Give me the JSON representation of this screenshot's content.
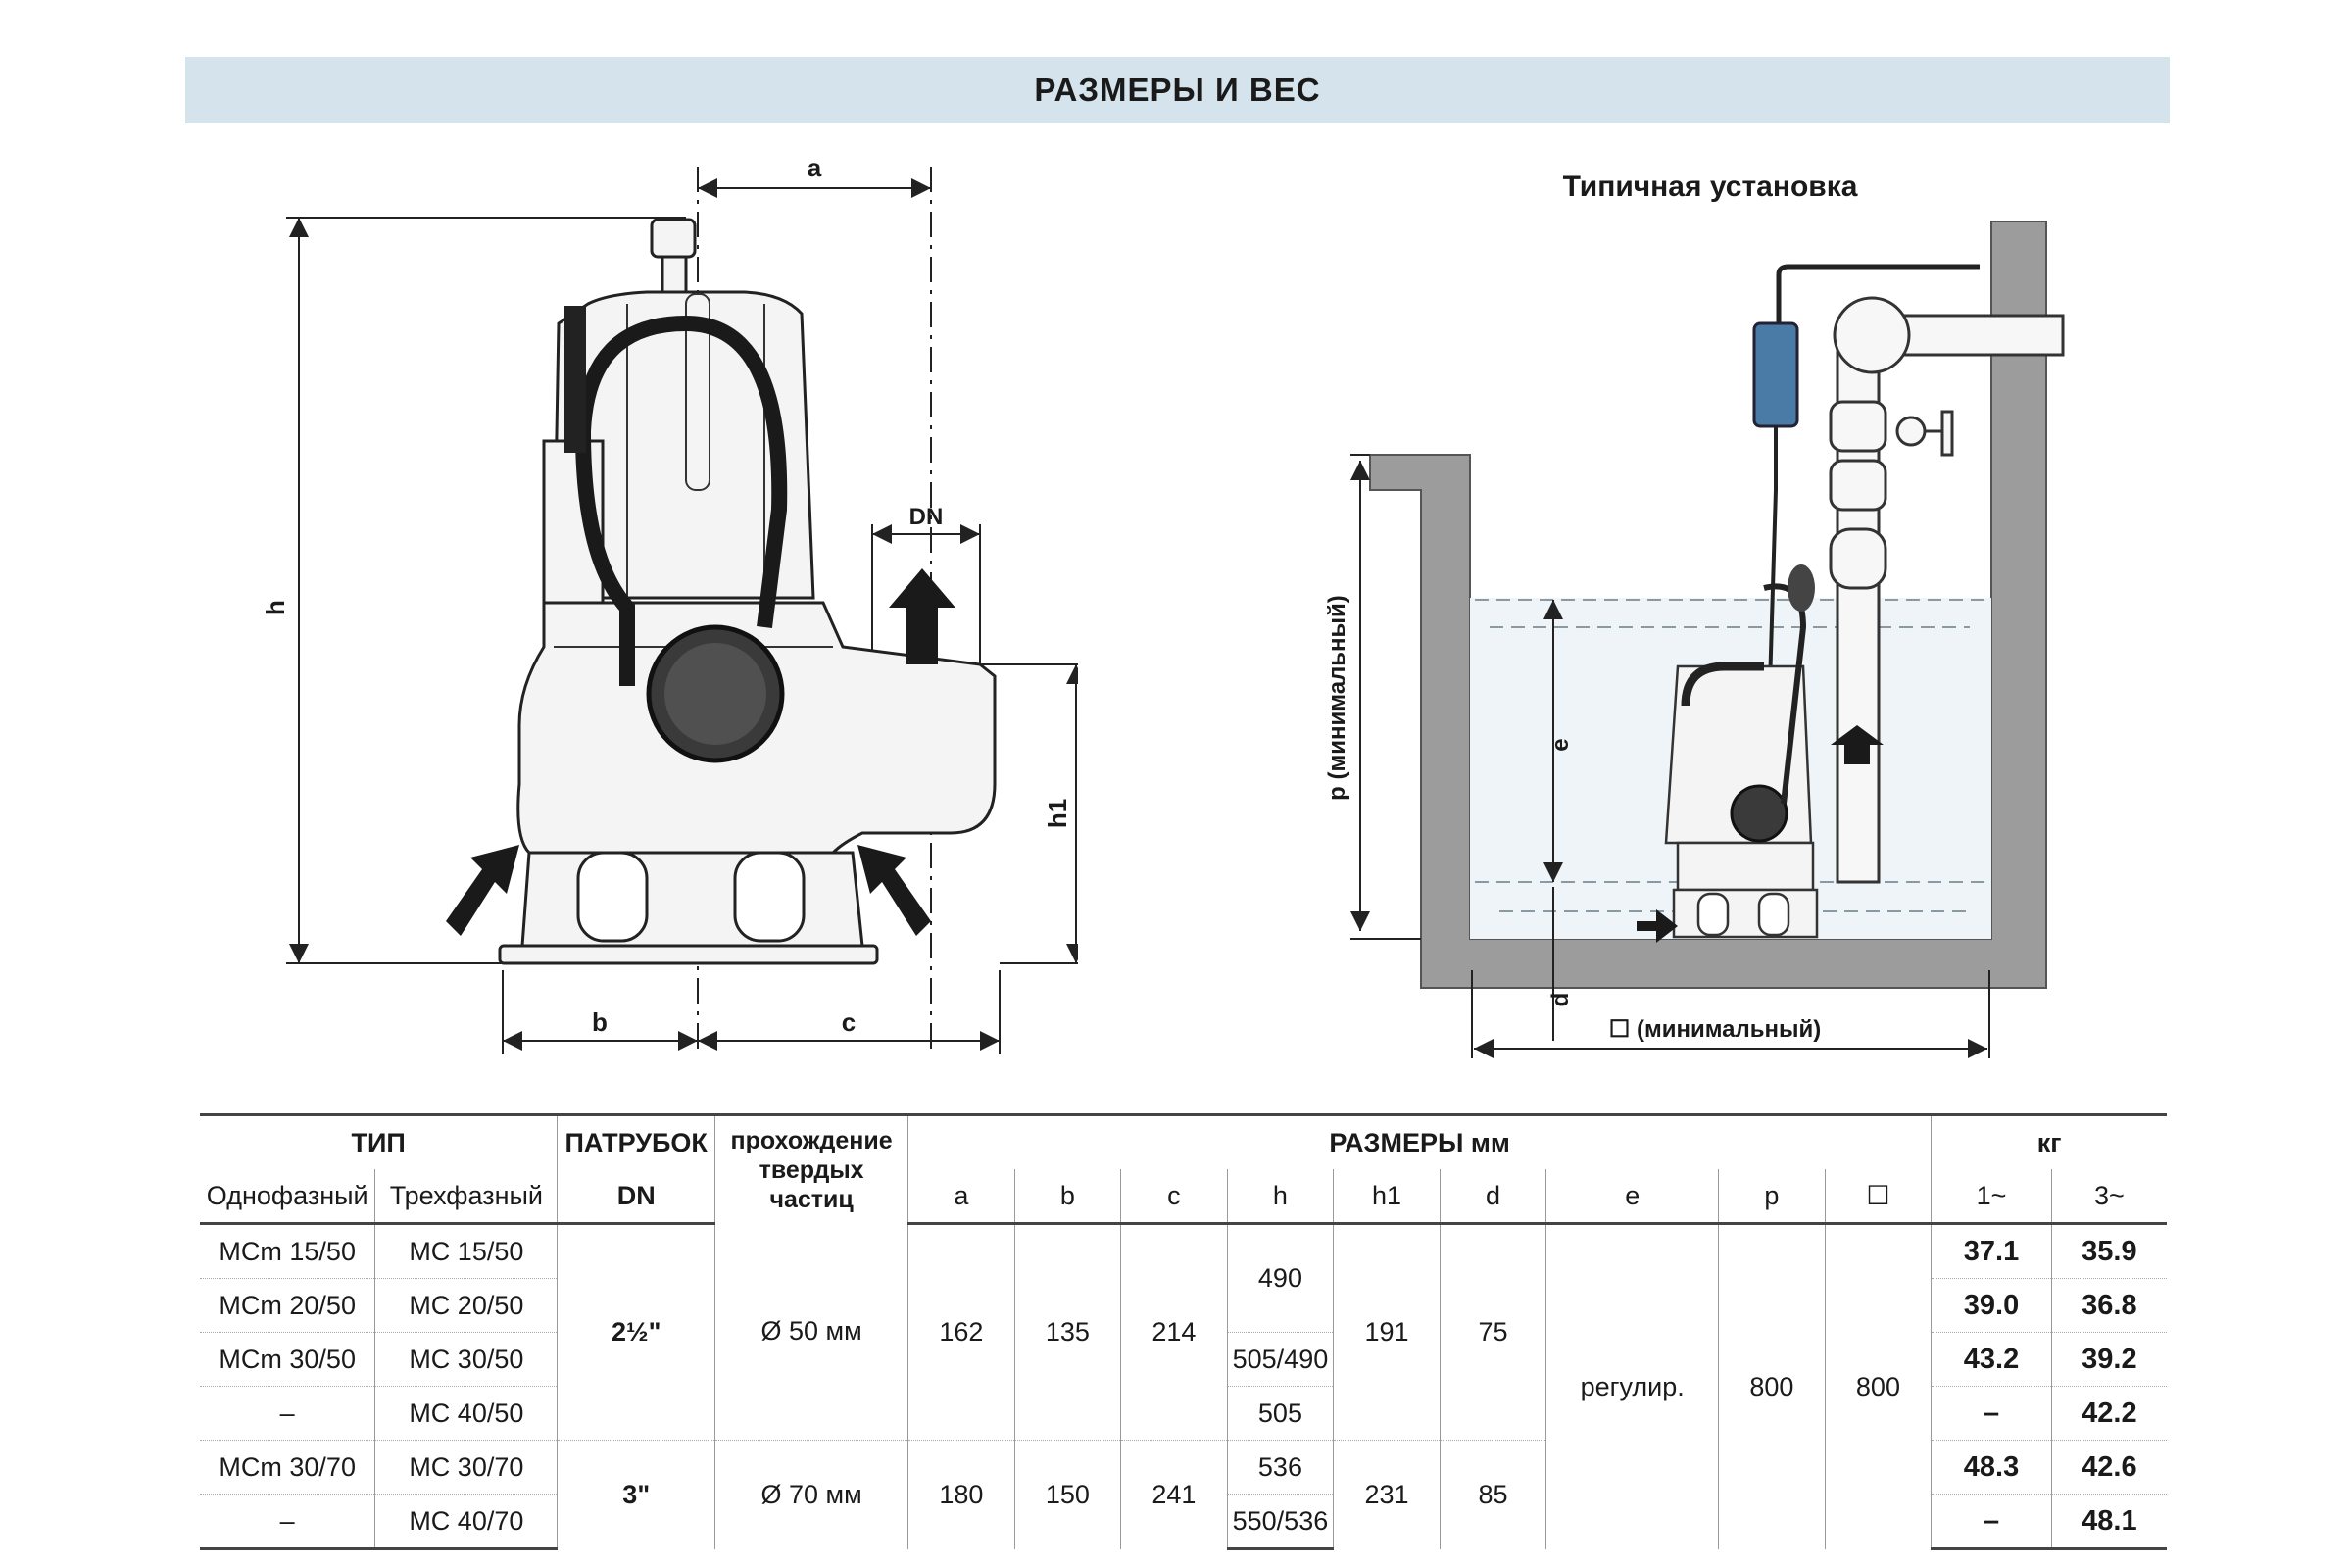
{
  "title": "РАЗМЕРЫ И ВЕС",
  "installation_title": "Типичная установка",
  "left_drawing": {
    "labels": {
      "a": "a",
      "h": "h",
      "dn": "DN",
      "h1": "h1",
      "b": "b",
      "c": "c"
    }
  },
  "right_drawing": {
    "labels": {
      "p": "p  (минимальный)",
      "e": "e",
      "d": "d",
      "square": "☐ (минимальный)"
    }
  },
  "table": {
    "group_headers": {
      "type": "ТИП",
      "port": "ПАТРУБОК",
      "solids": "прохождение твердых частиц",
      "dims": "РАЗМЕРЫ  мм",
      "kg": "кг"
    },
    "sub_headers": {
      "single": "Однофазный",
      "three": "Трехфазный",
      "dn": "DN",
      "a": "a",
      "b": "b",
      "c": "c",
      "h": "h",
      "h1": "h1",
      "d": "d",
      "e": "e",
      "p": "p",
      "sq": "☐",
      "kg1": "1~",
      "kg3": "3~"
    },
    "rows": [
      {
        "single": "MCm 15/50",
        "three": "MC 15/50",
        "kg1": "37.1",
        "kg3": "35.9"
      },
      {
        "single": "MCm 20/50",
        "three": "MC 20/50",
        "kg1": "39.0",
        "kg3": "36.8"
      },
      {
        "single": "MCm 30/50",
        "three": "MC 30/50",
        "kg1": "43.2",
        "kg3": "39.2"
      },
      {
        "single": "–",
        "three": "MC 40/50",
        "kg1": "–",
        "kg3": "42.2"
      },
      {
        "single": "MCm 30/70",
        "three": "MC 30/70",
        "kg1": "48.3",
        "kg3": "42.6"
      },
      {
        "single": "–",
        "three": "MC 40/70",
        "kg1": "–",
        "kg3": "48.1"
      }
    ],
    "group50": {
      "dn": "2½\"",
      "solids": "Ø 50 мм",
      "a": "162",
      "b": "135",
      "c": "214",
      "h_a": "490",
      "h_b": "505/490",
      "h_c": "505",
      "h1": "191",
      "d": "75"
    },
    "group70": {
      "dn": "3\"",
      "solids": "Ø 70 мм",
      "a": "180",
      "b": "150",
      "c": "241",
      "h_a": "536",
      "h_b": "550/536",
      "h1": "231",
      "d": "85"
    },
    "common": {
      "e": "регулир.",
      "p": "800",
      "sq": "800"
    }
  }
}
